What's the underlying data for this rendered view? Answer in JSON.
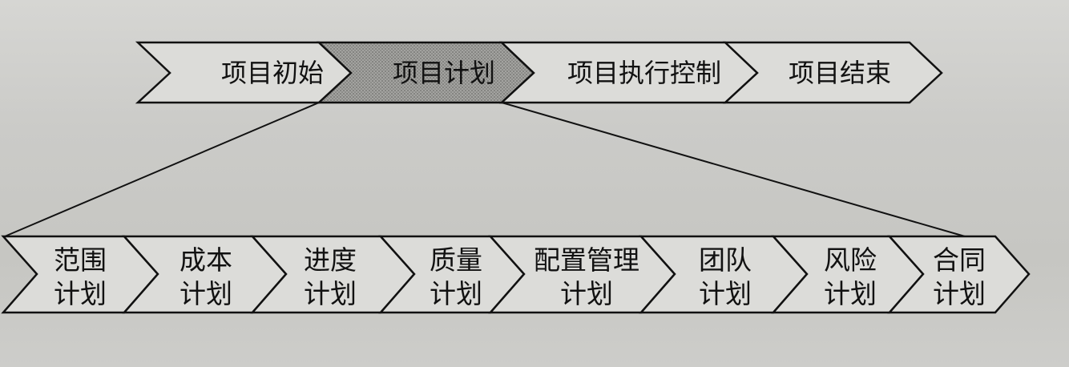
{
  "phases": [
    {
      "label": "项目初始",
      "highlighted": false
    },
    {
      "label": "项目计划",
      "highlighted": true
    },
    {
      "label": "项目执行控制",
      "highlighted": false
    },
    {
      "label": "项目结束",
      "highlighted": false
    }
  ],
  "sub_plans": [
    {
      "line1": "范围",
      "line2": "计划"
    },
    {
      "line1": "成本",
      "line2": "计划"
    },
    {
      "line1": "进度",
      "line2": "计划"
    },
    {
      "line1": "质量",
      "line2": "计划"
    },
    {
      "line1": "配置管理",
      "line2": "计划"
    },
    {
      "line1": "团队",
      "line2": "计划"
    },
    {
      "line1": "风险",
      "line2": "计划"
    },
    {
      "line1": "合同",
      "line2": "计划"
    }
  ],
  "colors": {
    "chevron_fill": "#dcdcd9",
    "highlight_fill": "#9a9a97",
    "stroke": "#111111",
    "background": "#cbcbc8"
  }
}
